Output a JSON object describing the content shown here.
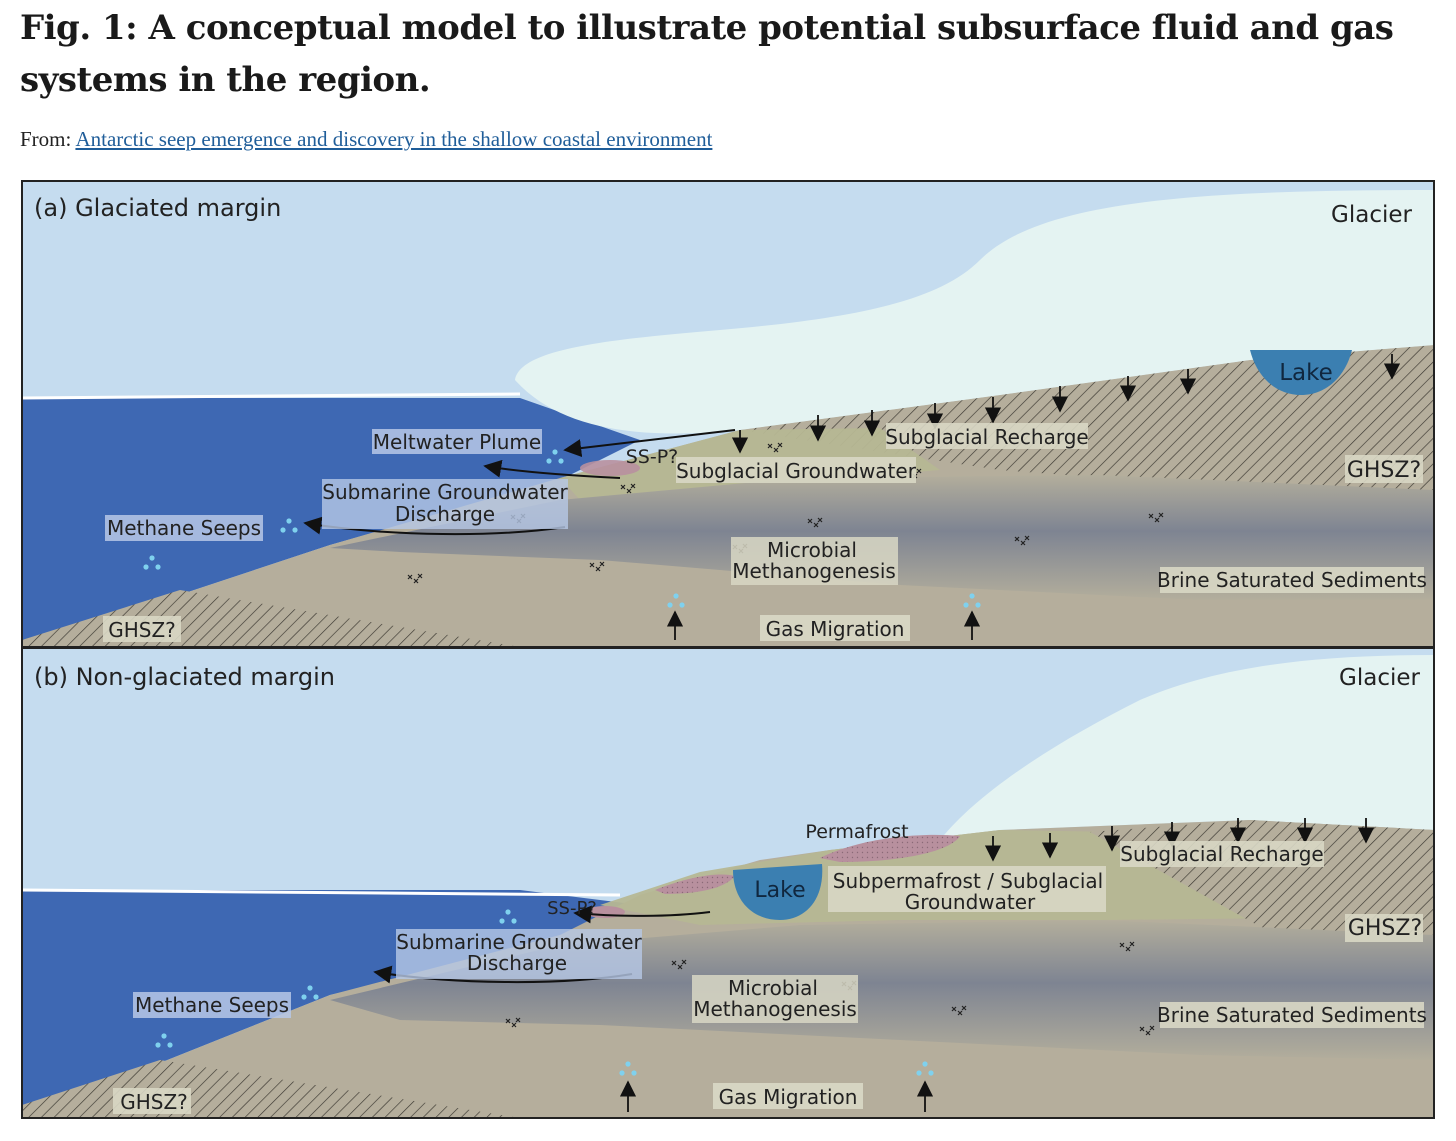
{
  "caption": {
    "title": "Fig. 1: A conceptual model to illustrate potential subsurface fluid and gas systems in the region.",
    "from_label": "From:",
    "from_link": "Antarctic seep emergence and discovery in the shallow coastal environment"
  },
  "colors": {
    "sky": "#c5dcef",
    "glacier": "#e4f3f2",
    "ocean": "#3e68b3",
    "sediment": "#b5ae9c",
    "methanogenic_band": "#7f8593",
    "groundwater": "#b6b793",
    "lake": "#3b7fb1",
    "permafrost": "#b8909e",
    "bubbles": "#7fd1ee"
  },
  "panel_a": {
    "label": "(a) Glaciated margin",
    "glacier": "Glacier",
    "lake": "Lake",
    "meltwater_plume": "Meltwater Plume",
    "ssp": "SS-P?",
    "subglacial_recharge": "Subglacial Recharge",
    "subglacial_groundwater": "Subglacial Groundwater",
    "ghsz_right": "GHSZ?",
    "sgd_line1": "Submarine Groundwater",
    "sgd_line2": "Discharge",
    "methane_seeps": "Methane Seeps",
    "methanogenesis_line1": "Microbial",
    "methanogenesis_line2": "Methanogenesis",
    "brine": "Brine Saturated Sediments",
    "ghsz_left": "GHSZ?",
    "gas_migration": "Gas Migration"
  },
  "panel_b": {
    "label": "(b) Non-glaciated margin",
    "glacier": "Glacier",
    "permafrost": "Permafrost",
    "subglacial_recharge": "Subglacial Recharge",
    "lake": "Lake",
    "subpermafrost_line1": "Subpermafrost / Subglacial",
    "subpermafrost_line2": "Groundwater",
    "ssp": "SS-P?",
    "ghsz_right": "GHSZ?",
    "sgd_line1": "Submarine Groundwater",
    "sgd_line2": "Discharge",
    "methanogenesis_line1": "Microbial",
    "methanogenesis_line2": "Methanogenesis",
    "methane_seeps": "Methane Seeps",
    "brine": "Brine Saturated Sediments",
    "ghsz_left": "GHSZ?",
    "gas_migration": "Gas Migration"
  }
}
